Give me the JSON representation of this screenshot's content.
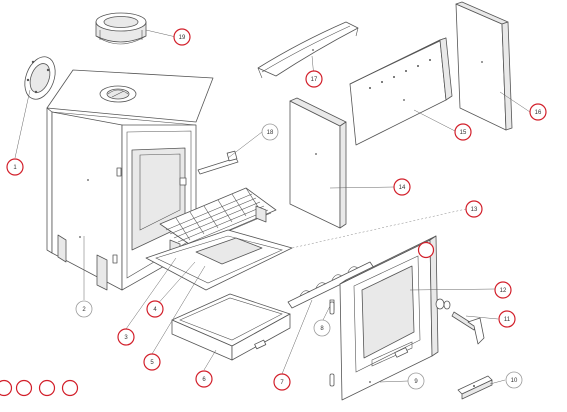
{
  "diagram": {
    "callouts": [
      {
        "id": "c1",
        "label": "1",
        "style": "red"
      },
      {
        "id": "c2",
        "label": "2",
        "style": "grey"
      },
      {
        "id": "c3",
        "label": "3",
        "style": "red"
      },
      {
        "id": "c4",
        "label": "4",
        "style": "red"
      },
      {
        "id": "c5",
        "label": "5",
        "style": "red"
      },
      {
        "id": "c6",
        "label": "6",
        "style": "red"
      },
      {
        "id": "c7",
        "label": "7",
        "style": "red"
      },
      {
        "id": "c8",
        "label": "8",
        "style": "grey"
      },
      {
        "id": "c9",
        "label": "9",
        "style": "grey"
      },
      {
        "id": "c10",
        "label": "10",
        "style": "grey"
      },
      {
        "id": "c11",
        "label": "11",
        "style": "red"
      },
      {
        "id": "c12",
        "label": "12",
        "style": "red"
      },
      {
        "id": "c13",
        "label": "13",
        "style": "red"
      },
      {
        "id": "c14",
        "label": "14",
        "style": "red"
      },
      {
        "id": "c15",
        "label": "15",
        "style": "red"
      },
      {
        "id": "c16",
        "label": "16",
        "style": "red"
      },
      {
        "id": "c17",
        "label": "17",
        "style": "red"
      },
      {
        "id": "c18",
        "label": "18",
        "style": "grey"
      },
      {
        "id": "c19",
        "label": "19",
        "style": "red"
      },
      {
        "id": "e1",
        "label": "",
        "style": "red"
      },
      {
        "id": "e2",
        "label": "",
        "style": "red"
      },
      {
        "id": "e3",
        "label": "",
        "style": "red"
      },
      {
        "id": "e4",
        "label": "",
        "style": "red"
      },
      {
        "id": "e5",
        "label": "",
        "style": "red"
      }
    ]
  }
}
